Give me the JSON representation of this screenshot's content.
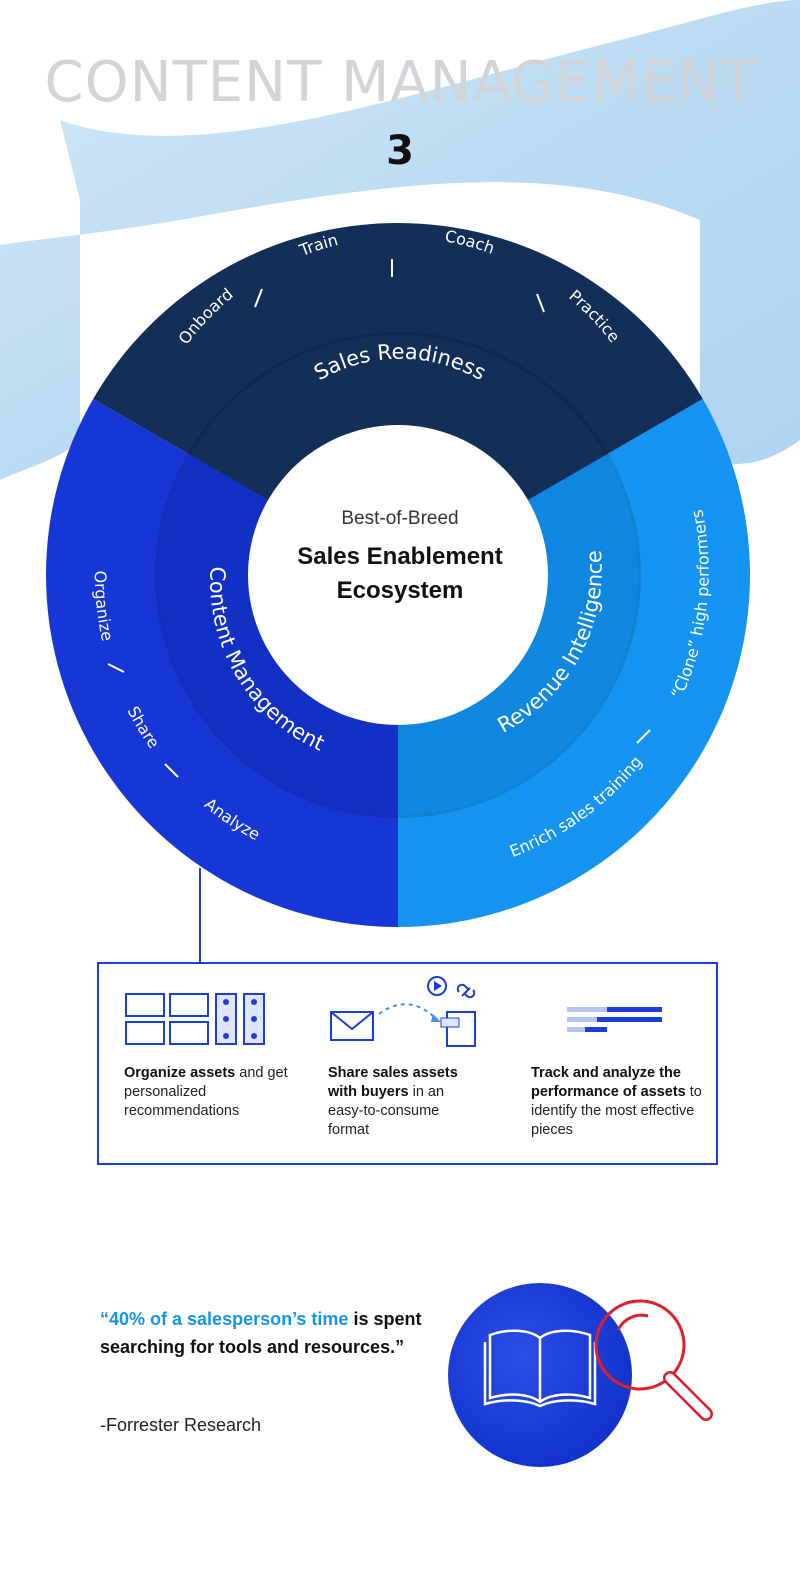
{
  "header": {
    "title": "CONTENT MANAGEMENT",
    "section_number": "3"
  },
  "wheel": {
    "center_subtitle": "Best-of-Breed",
    "center_title_line1": "Sales Enablement",
    "center_title_line2": "Ecosystem",
    "segments": [
      {
        "label": "Sales Readiness",
        "items": [
          "Onboard",
          "Train",
          "Coach",
          "Practice"
        ]
      },
      {
        "label": "Content Management",
        "items": [
          "Organize",
          "Share",
          "Analyze"
        ]
      },
      {
        "label": "Revenue Intelligence",
        "items": [
          "Enrich sales training",
          "“Clone” high performers"
        ]
      }
    ],
    "colors": {
      "sales_readiness": "#132e57",
      "content_management": "#1637d6",
      "revenue_intelligence": "#1493f0"
    }
  },
  "info": {
    "items": [
      {
        "icon": "grid-board-icon",
        "bold": "Organize assets",
        "rest": " and get personalized recommendations"
      },
      {
        "icon": "email-share-icon",
        "bold": "Share sales assets with buyers",
        "rest": " in an easy-to-consume format"
      },
      {
        "icon": "bar-analytics-icon",
        "bold": "Track and analyze the performance of assets",
        "rest": " to identify the most effective pieces"
      }
    ]
  },
  "quote": {
    "open_mark": "“",
    "highlight": "40% of a salesperson’s time",
    "rest": " is spent searching for tools and resources.”",
    "source": "-Forrester Research"
  },
  "graphic": {
    "icons": [
      "open-book-icon",
      "magnifying-glass-icon"
    ]
  }
}
